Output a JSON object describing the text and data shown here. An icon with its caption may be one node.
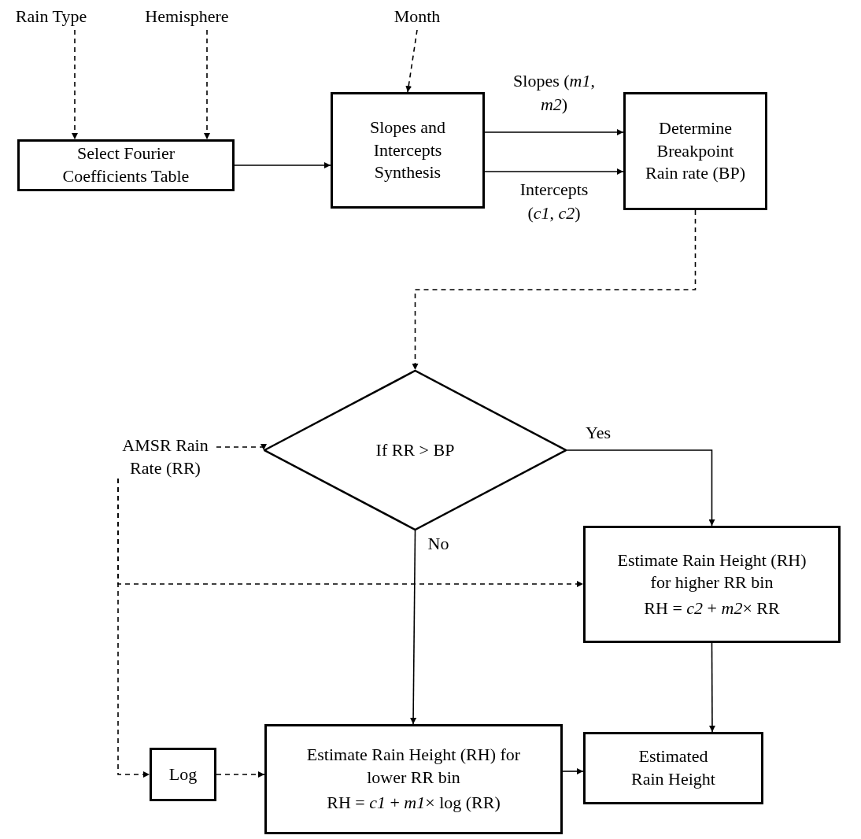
{
  "diagram": {
    "nodes": [
      {
        "text": [
          "Rain Type"
        ]
      },
      {
        "text": [
          "Hemisphere"
        ]
      },
      {
        "text": [
          "Month"
        ]
      },
      {
        "text": [
          "Select Fourier Coefficients Table"
        ]
      },
      {
        "text": [
          "Slopes and Intercepts Synthesis"
        ]
      },
      {
        "text": [
          "Determine Breakpoint Rain rate (BP)"
        ]
      },
      {
        "text": [
          "If RR > BP"
        ]
      },
      {
        "text": [
          "AMSR Rain Rate (RR)"
        ]
      },
      {
        "text": [
          "Estimate Rain Height (RH) for higher RR bin",
          "RH = *c2* + *m2*× RR"
        ]
      },
      {
        "text": [
          "Log"
        ]
      },
      {
        "text": [
          "Estimate Rain Height (RH) for lower RR bin",
          "RH = *c1* + *m1*× log (RR)"
        ]
      },
      {
        "text": [
          "Estimated Rain Height"
        ]
      }
    ],
    "edges": [
      {
        "from": 0,
        "to": 3,
        "arrow": "to",
        "style": "dashed"
      },
      {
        "from": 1,
        "to": 3,
        "arrow": "to",
        "style": "dashed"
      },
      {
        "from": 2,
        "to": 4,
        "arrow": "to",
        "style": "dashed"
      },
      {
        "from": 3,
        "to": 4,
        "arrow": "to"
      },
      {
        "from": 4,
        "to": 5,
        "arrow": "to",
        "label": "Slopes (*m1*, *m2*)"
      },
      {
        "from": 4,
        "to": 5,
        "arrow": "to",
        "label": "Intercepts (*c1*, *c2*)"
      },
      {
        "from": 5,
        "to": 6,
        "arrow": "to",
        "style": "dashed"
      },
      {
        "from": 7,
        "to": 6,
        "arrow": "to",
        "style": "dashed"
      },
      {
        "from": 6,
        "to": 8,
        "arrow": "to",
        "label": "Yes"
      },
      {
        "from": 6,
        "to": 10,
        "arrow": "to",
        "label": "No"
      },
      {
        "from": 7,
        "to": 8,
        "arrow": "to",
        "style": "dashed"
      },
      {
        "from": 7,
        "to": 9,
        "arrow": "to",
        "style": "dashed"
      },
      {
        "from": 9,
        "to": 10,
        "arrow": "to",
        "style": "dashed"
      },
      {
        "from": 8,
        "to": 11,
        "arrow": "to"
      },
      {
        "from": 10,
        "to": 11,
        "arrow": "to"
      }
    ]
  }
}
